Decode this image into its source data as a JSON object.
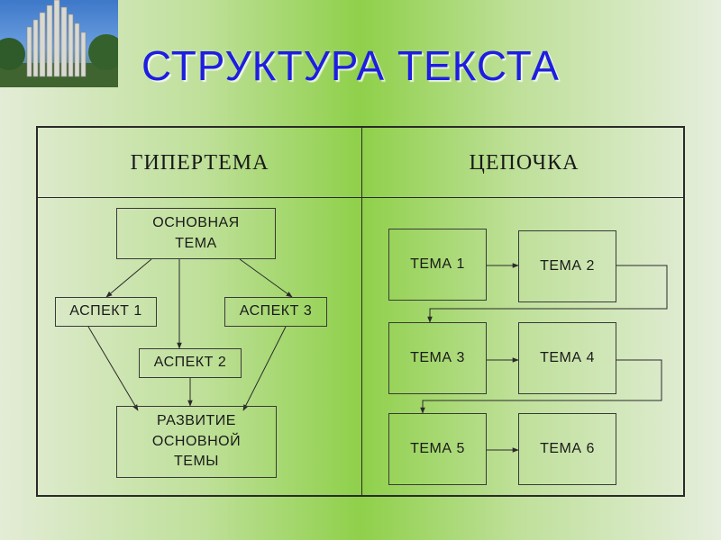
{
  "title": "СТРУКТУРА ТЕКСТА",
  "columns": {
    "left": "ГИПЕРТЕМА",
    "right": "ЦЕПОЧКА"
  },
  "hypertheme": {
    "main_theme": "ОСНОВНАЯ\nТЕМА",
    "aspect1": "АСПЕКТ 1",
    "aspect2": "АСПЕКТ 2",
    "aspect3": "АСПЕКТ 3",
    "development": "РАЗВИТИЕ\nОСНОВНОЙ\nТЕМЫ"
  },
  "chain": {
    "theme1": "ТЕМА 1",
    "theme2": "ТЕМА 2",
    "theme3": "ТЕМА 3",
    "theme4": "ТЕМА 4",
    "theme5": "ТЕМА 5",
    "theme6": "ТЕМА 6"
  },
  "colors": {
    "title": "#1d1ee0",
    "lines": "#2a2a2a"
  }
}
